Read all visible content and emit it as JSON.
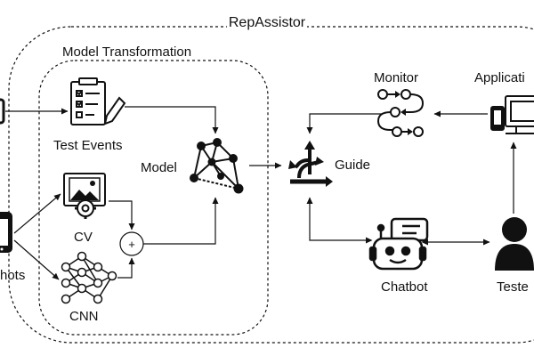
{
  "title": "RepAssistor",
  "model_transformation": {
    "label": "Model Transformation"
  },
  "nodes": {
    "test_events": "Test Events",
    "model": "Model",
    "cv": "CV",
    "cnn": "CNN",
    "screenshots_partial": "hots",
    "guide": "Guide",
    "monitor": "Monitor",
    "application_partial": "Applicati",
    "chatbot": "Chatbot",
    "tester_partial": "Teste",
    "adder_symbol": "+"
  },
  "colors": {
    "stroke": "#111111",
    "background": "#ffffff"
  },
  "icons": [
    "clipboard-pencil-icon",
    "network-graph-icon",
    "image-gear-icon",
    "neural-network-icon",
    "adder-icon",
    "guide-arrows-icon",
    "workflow-icon",
    "computer-devices-icon",
    "chatbot-icon",
    "user-icon",
    "phone-icon",
    "device-icon"
  ]
}
